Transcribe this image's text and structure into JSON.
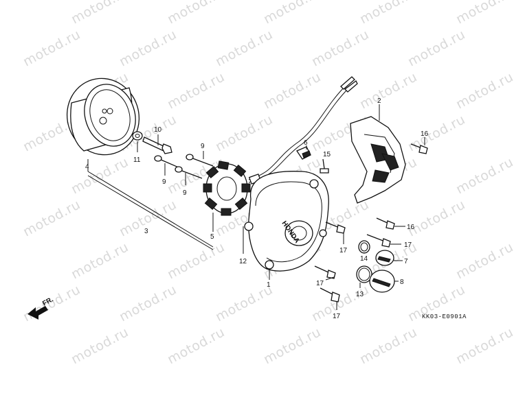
{
  "watermark": {
    "text": "motod.ru"
  },
  "diagram": {
    "callouts": [
      {
        "id": "c1",
        "label": "1"
      },
      {
        "id": "c2",
        "label": "2"
      },
      {
        "id": "c3",
        "label": "3"
      },
      {
        "id": "c4",
        "label": "4"
      },
      {
        "id": "c5",
        "label": "5"
      },
      {
        "id": "c6",
        "label": "6"
      },
      {
        "id": "c7",
        "label": "7"
      },
      {
        "id": "c8",
        "label": "8"
      },
      {
        "id": "c9a",
        "label": "9"
      },
      {
        "id": "c9b",
        "label": "9"
      },
      {
        "id": "c9c",
        "label": "9"
      },
      {
        "id": "c10",
        "label": "10"
      },
      {
        "id": "c11",
        "label": "11"
      },
      {
        "id": "c12",
        "label": "12"
      },
      {
        "id": "c13",
        "label": "13"
      },
      {
        "id": "c14",
        "label": "14"
      },
      {
        "id": "c15",
        "label": "15"
      },
      {
        "id": "c16a",
        "label": "16"
      },
      {
        "id": "c16b",
        "label": "16"
      },
      {
        "id": "c17a",
        "label": "17"
      },
      {
        "id": "c17b",
        "label": "17"
      },
      {
        "id": "c17c",
        "label": "17"
      },
      {
        "id": "c17d",
        "label": "17"
      }
    ],
    "direction_label": "FR.",
    "cover_lettering": "HONDA",
    "drawing_code": "KK03-E0901A"
  }
}
